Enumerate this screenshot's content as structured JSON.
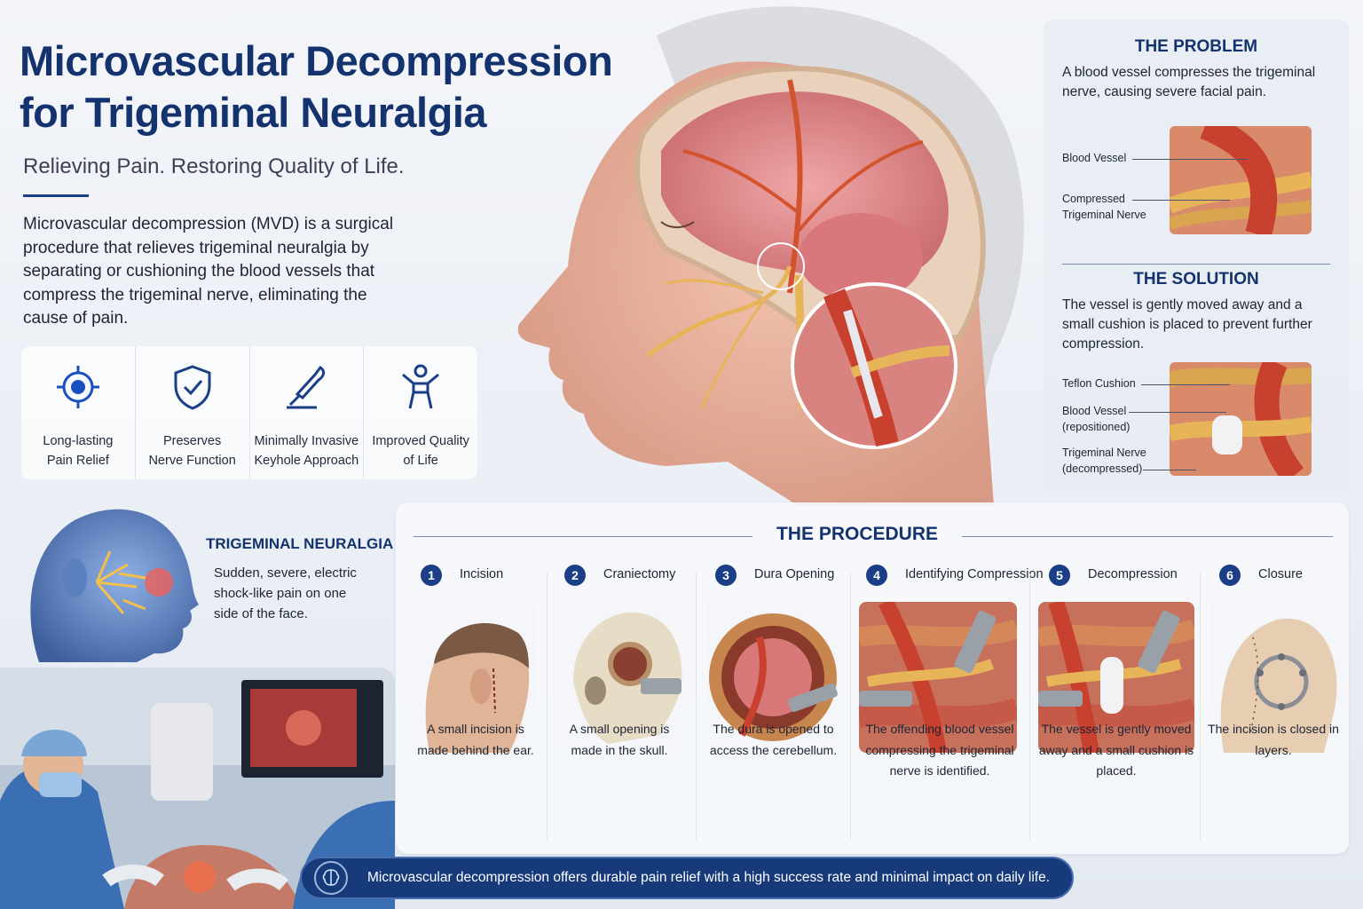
{
  "header": {
    "title_line1": "Microvascular Decompression",
    "title_line2": "for Trigeminal Neuralgia",
    "subtitle": "Relieving Pain. Restoring Quality of Life.",
    "intro": "Microvascular decompression (MVD) is a surgical procedure that relieves trigeminal neuralgia by separating or cushioning the blood vessels that compress the trigeminal nerve, eliminating the cause of pain."
  },
  "benefits": [
    {
      "icon": "target-icon",
      "line1": "Long-lasting",
      "line2": "Pain Relief"
    },
    {
      "icon": "shield-check-icon",
      "line1": "Preserves",
      "line2": "Nerve Function"
    },
    {
      "icon": "scalpel-icon",
      "line1": "Minimally Invasive",
      "line2": "Keyhole Approach"
    },
    {
      "icon": "person-icon",
      "line1": "Improved Quality",
      "line2": "of Life"
    }
  ],
  "problem": {
    "heading": "THE PROBLEM",
    "text": "A blood vessel compresses the trigeminal nerve, causing severe facial pain.",
    "callouts": [
      "Blood Vessel",
      "Compressed",
      "Trigeminal Nerve"
    ]
  },
  "solution": {
    "heading": "THE SOLUTION",
    "text": "The vessel is gently moved away and a small cushion is placed to prevent further compression.",
    "callouts": [
      "Teflon Cushion",
      "Blood Vessel",
      "(repositioned)",
      "Trigeminal Nerve",
      "(decompressed)"
    ]
  },
  "neuralgia": {
    "heading": "TRIGEMINAL NEURALGIA",
    "text": "Sudden, severe, electric shock-like pain on one side of the face."
  },
  "procedure": {
    "heading": "THE PROCEDURE",
    "steps": [
      {
        "num": "1",
        "name": "Incision",
        "desc": "A small incision is made behind the ear."
      },
      {
        "num": "2",
        "name": "Craniectomy",
        "desc": "A small opening is made in the skull."
      },
      {
        "num": "3",
        "name": "Dura Opening",
        "desc": "The dura is opened to access the cerebellum."
      },
      {
        "num": "4",
        "name": "Identifying Compression",
        "desc": "The offending blood vessel compressing the trigeminal nerve is identified."
      },
      {
        "num": "5",
        "name": "Decompression",
        "desc": "The vessel is gently moved away and a small cushion is placed."
      },
      {
        "num": "6",
        "name": "Closure",
        "desc": "The incision is closed in layers."
      }
    ]
  },
  "banner": {
    "icon": "brain-icon",
    "text": "Microvascular decompression offers durable pain relief with a high success rate and minimal impact on daily life."
  },
  "colors": {
    "primary": "#14336e",
    "accent": "#1a3f86",
    "vessel": "#c8402e",
    "nerve": "#e7b45a"
  }
}
